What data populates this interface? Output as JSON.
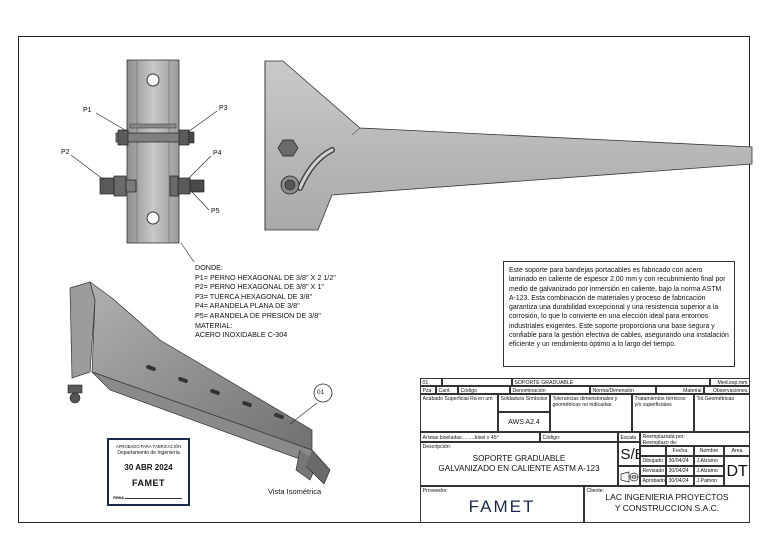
{
  "callouts": {
    "p1": "P1",
    "p2": "P2",
    "p3": "P3",
    "p4": "P4",
    "p5": "P5",
    "balloon": "01"
  },
  "notes": {
    "heading": "DONDE:",
    "lines": [
      "P1= PERNO HEXAGONAL DE 3/8\" X 2 1/2\"",
      "P2= PERNO HEXAGONAL DE 3/8\" X 1\"",
      "P3= TUERCA HEXAGONAL DE 3/8\"",
      "P4= ARANDELA PLANA DE 3/8\"",
      "P5= ARANDELA DE PRESION DE 3/8\""
    ],
    "material_label": "MATERIAL:",
    "material_value": "ACERO INOXIDABLE C-304"
  },
  "description_text": "Este soporte para bandejas portacables es fabricado con acero laminado en caliente de espesor 2.00 mm y con recubrimiento final por medio de galvanizado por inmersión en caliente, bajo la norma ASTM A-123. Esta combinación de materiales y proceso de fabricación garantiza una durabilidad excepcional y una resistencia superior a la corrosión, lo que lo convierte en una elección ideal para entornos industriales exigentes. Este soporte proporciona una base segura y confiable para la gestión efectiva de cables, asegurando una instalación eficiente y un rendimiento óptimo a lo largo del tiempo.",
  "iso_label": "Vista Isométrica",
  "stamp": {
    "line1": "APROBADO PARA FABRICACIÓN",
    "line2": "Departamento de Ingeniería",
    "date": "30 ABR 2024",
    "company": "FAMET",
    "firma": "FIRMA"
  },
  "title_block": {
    "row1": {
      "item": "01",
      "part": "SOPORTE GRADUABLE",
      "units": "Med.esp.mm"
    },
    "headers": {
      "pza": "Pza",
      "cant": "Cant.",
      "codigo": "Código",
      "denominacion": "Denominación",
      "norma": "Norma/Dimensión",
      "material": "Material",
      "observaciones": "Observaciones"
    },
    "row3": {
      "acabado": "Acabado Superficial Ra en um",
      "soldadura": "Soldadura Símbolos",
      "tolerancias": "Tolerancias dimensionales y geométricas no indicadas",
      "tratamientos": "Tratamientos térmicos y/o superficiales",
      "tol_geo": "Tol.Geométricas"
    },
    "weld": "AWS A2.4",
    "aristas": "Aristas biseladas.........bisel x 45°",
    "codigo_label": "Código:",
    "escala_label": "Escala",
    "escala_value": "S/E",
    "reemplazada_por": "Reemplazada por:",
    "reemplazo_de": "Reemplazo de:",
    "descripcion_label": "Descripción:",
    "title_line1": "SOPORTE GRADUABLE",
    "title_line2": "GALVANIZADO EN CALIENTE ASTM A-123",
    "sign_headers": {
      "fecha": "Fecha",
      "nombre": "Nombre",
      "area": "Area"
    },
    "signatures": [
      {
        "role": "Dibujado",
        "date": "30/04/24",
        "name": "J.Alzamo"
      },
      {
        "role": "Revisado",
        "date": "30/04/24",
        "name": "J.Alzamo"
      },
      {
        "role": "Aprobado",
        "date": "30/04/24",
        "name": "J.Patnon"
      }
    ],
    "area_value": "DT",
    "proveedor_label": "Proveedor:",
    "proveedor_logo": "FAMET",
    "cliente_label": "Cliente:",
    "cliente_line1": "LAC INGENIERIA PROYECTOS",
    "cliente_line2": "Y CONSTRUCCION S.A.C."
  }
}
